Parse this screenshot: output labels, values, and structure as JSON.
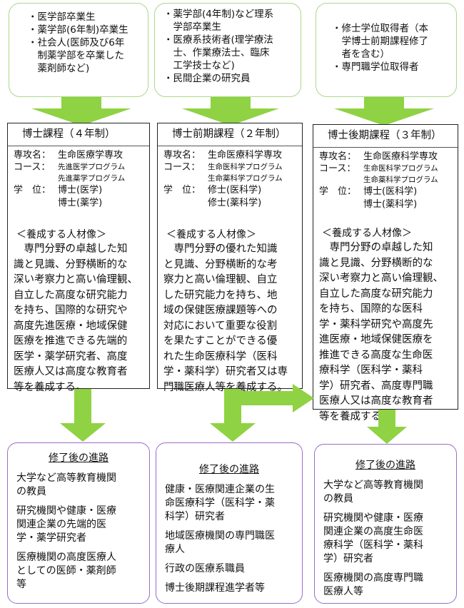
{
  "entry": [
    {
      "items": [
        "・医学部卒業生",
        "・薬学部(6年制)卒業生",
        "・社会人(医師及び6年\n　制薬学部を卒業した\n　薬剤師など)"
      ]
    },
    {
      "items": [
        "・薬学部(4年制)など理系\n　学部卒業生",
        "・医療系技術者(理学療法\n　士、作業療法士、臨床\n　工学技士など)",
        "・民間企業の研究員"
      ]
    },
    {
      "items": [
        "・修士学位取得者（本\n　学博士前期課程修了\n　者を含む）",
        "・専門職学位取得者"
      ]
    }
  ],
  "programs": [
    {
      "title": "博士課程（４年制）",
      "major_label": "専攻名：",
      "major": "生命医療学専攻",
      "course_label": "コース：",
      "courses": [
        "先進医学プログラム",
        "先進薬学プログラム"
      ],
      "degree_label": "学　位：",
      "degrees": [
        "博士(医学)",
        "博士(薬学)"
      ],
      "talent_head": "＜養成する人材像＞",
      "talent_text": "　専門分野の卓越した知\n識と見識、分野横断的な\n深い考察力と高い倫理観、\n自立した高度な研究能力\nを持ち、国際的な研究や\n高度先進医療・地域保健\n医療を推進できる先端的\n医学・薬学研究者、高度\n医療人又は高度な教育者\n等を養成する。"
    },
    {
      "title": "博士前期課程（２年制）",
      "major_label": "専攻名：",
      "major": "生命医療科学専攻",
      "course_label": "コース：",
      "courses": [
        "生命医科学プログラム",
        "生命薬科学プログラム"
      ],
      "degree_label": "学　位：",
      "degrees": [
        "修士(医科学)",
        "修士(薬科学)"
      ],
      "talent_head": "＜養成する人材像＞",
      "talent_text": "　専門分野の優れた知識\nと見識、分野横断的な考\n察力と高い倫理観、自立\nした研究能力を持ち、地\n域の保健医療課題等への\n対応において重要な役割\nを果たすことができる優\nれた生命医療科学（医科\n学・薬科学）研究者又は専\n門職医療人等を養成する。"
    },
    {
      "title": "博士後期課程（３年制）",
      "major_label": "専攻名：",
      "major": "生命医療科学専攻",
      "course_label": "コース：",
      "courses": [
        "生命医科学プログラム",
        "生命薬科学プログラム"
      ],
      "degree_label": "学　位：",
      "degrees": [
        "博士(医科学)",
        "博士(薬科学)"
      ],
      "talent_head": "＜養成する人材像＞",
      "talent_text": "　専門分野の卓越した知\n識と見識、分野横断的な\n深い考察力と高い倫理観、\n自立した高度な研究能力\nを持ち、国際的な医科\n学・薬科学研究や高度先\n進医療・地域保健医療を\n推進できる高度な生命医\n療科学（医科学・薬科\n学）研究者、高度専門職\n医療人又は高度な教育者\n等を養成する。"
    }
  ],
  "outcomes": [
    {
      "title": "修了後の進路",
      "items": [
        "大学など高等教育機関\nの教員",
        "研究機関や健康・医療\n関連企業の先端的医\n学・薬学研究者",
        "医療機関の高度医療人\nとしての医師・薬剤師\n等"
      ]
    },
    {
      "title": "修了後の進路",
      "items": [
        "健康・医療関連企業の生\n命医療科学（医科学・薬\n科学）研究者",
        "地域医療機関の専門職医\n療人",
        "行政の医療系職員",
        "博士後期課程進学者等"
      ]
    },
    {
      "title": "修了後の進路",
      "items": [
        "大学など高等教育機関\nの教員",
        "研究機関や健康・医療\n関連企業の高度生命医\n療科学（医科学・薬科\n学）研究者",
        "医療機関の高度専門職\n医療人等"
      ]
    }
  ],
  "colors": {
    "arrow": "#8fd243",
    "entry_border": "#a9d98a",
    "outcome_border": "#9b6cc7"
  }
}
